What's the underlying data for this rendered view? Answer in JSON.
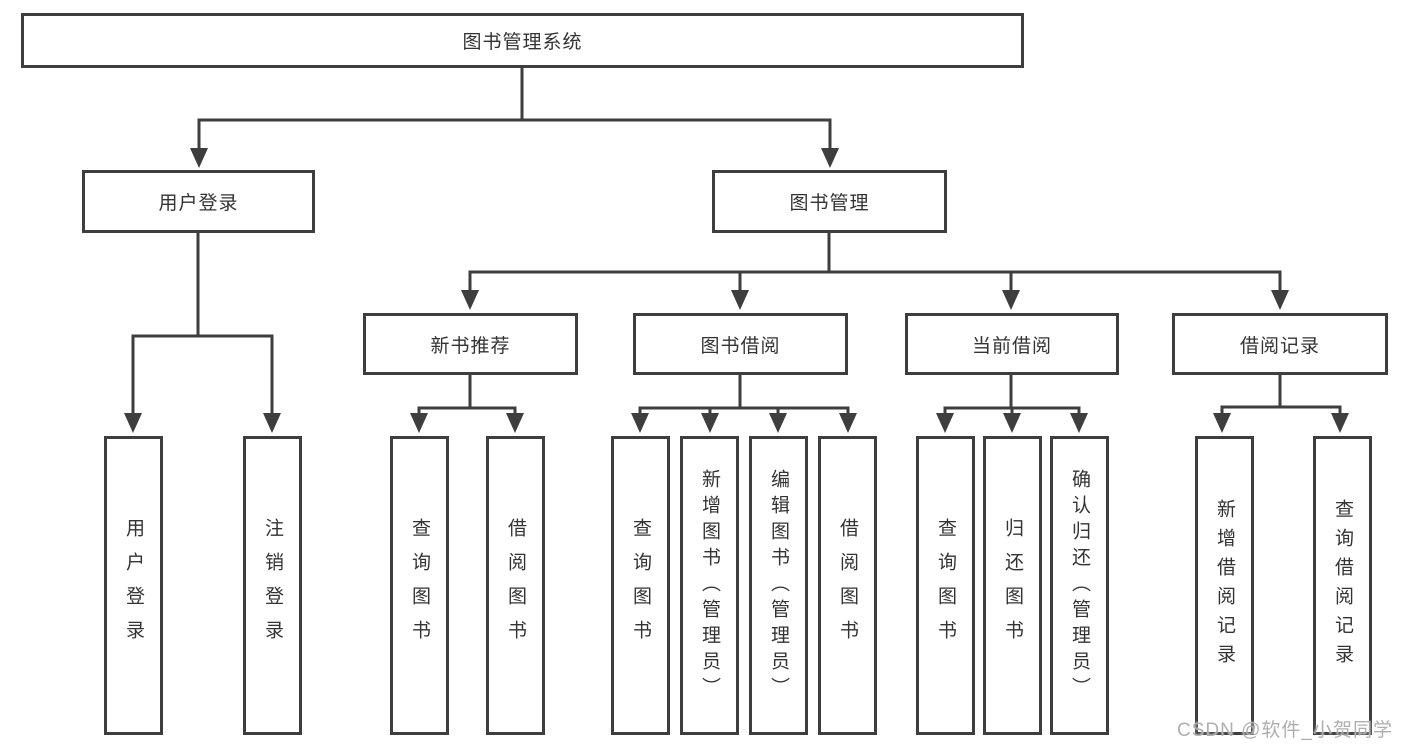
{
  "diagram": {
    "title_node": {
      "label": "图书管理系统"
    },
    "user_login": {
      "label": "用户登录",
      "children": [
        "用户登录",
        "注销登录"
      ]
    },
    "book_management": {
      "label": "图书管理",
      "sections": [
        {
          "label": "新书推荐",
          "children": [
            "查询图书",
            "借阅图书"
          ]
        },
        {
          "label": "图书借阅",
          "children": [
            "查询图书",
            "新增图书（管理员）",
            "编辑图书（管理员）",
            "借阅图书"
          ]
        },
        {
          "label": "当前借阅",
          "children": [
            "查询图书",
            "归还图书",
            "确认归还（管理员）"
          ]
        },
        {
          "label": "借阅记录",
          "children": [
            "新增借阅记录",
            "查询借阅记录"
          ]
        }
      ]
    }
  },
  "watermark": {
    "text": "CSDN @软件_小贺同学"
  },
  "colors": {
    "line": "#3e3e3e",
    "box_border": "#3e3e3e",
    "text": "#333333",
    "background": "#ffffff",
    "watermark": "#ababab"
  }
}
